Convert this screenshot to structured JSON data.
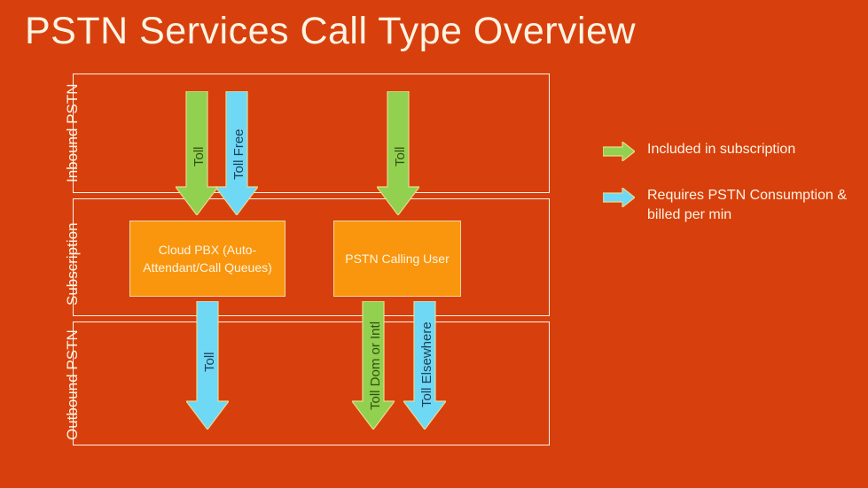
{
  "slide": {
    "title": "PSTN Services Call Type Overview",
    "background_color": "#d7400d"
  },
  "colors": {
    "background": "#d7400d",
    "box_fill": "#f9960d",
    "green_arrow": "#92d050",
    "blue_arrow": "#6fd8f5",
    "arrow_outline": "#e8d98f",
    "panel_border": "#fbf3e6",
    "title_text": "#fdf4e3"
  },
  "rows": [
    {
      "label": "Inbound PSTN"
    },
    {
      "label": "Subscription"
    },
    {
      "label": "Outbound PSTN"
    }
  ],
  "boxes": [
    {
      "label": "Cloud PBX (Auto-Attendant/Call Queues)"
    },
    {
      "label": "PSTN Calling User"
    }
  ],
  "arrows": {
    "inbound": [
      {
        "label": "Toll",
        "color": "green"
      },
      {
        "label": "Toll Free",
        "color": "blue"
      },
      {
        "label": "Toll",
        "color": "green"
      }
    ],
    "outbound": [
      {
        "label": "Toll",
        "color": "blue"
      },
      {
        "label": "Toll Dom or Intl",
        "color": "green"
      },
      {
        "label": "Toll Elsewhere",
        "color": "blue"
      }
    ]
  },
  "legend": {
    "items": [
      {
        "icon": "right-arrow-icon",
        "color": "green",
        "text": "Included in subscription"
      },
      {
        "icon": "right-arrow-icon",
        "color": "blue",
        "text": "Requires PSTN Consumption & billed per min"
      }
    ]
  }
}
